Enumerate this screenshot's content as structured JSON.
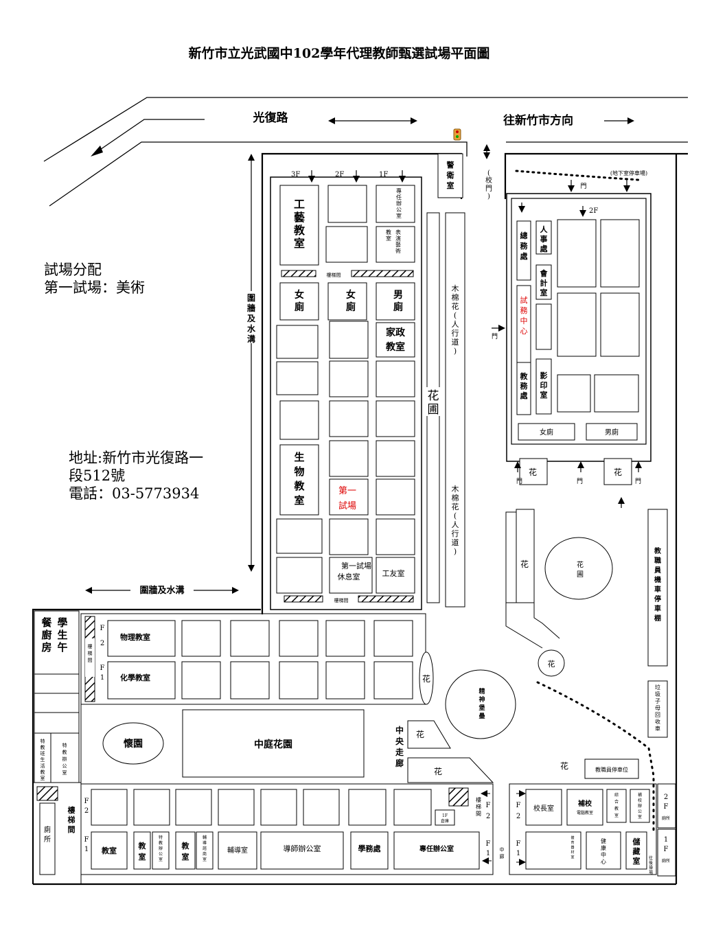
{
  "title": "新竹市立光武國中102學年代理教師甄選試場平面圖",
  "roads": {
    "main_road": "光復路",
    "direction": "往新竹市方向",
    "wall_ditch": "圍牆及水溝"
  },
  "allocation": {
    "heading": "試場分配",
    "entry": "第一試場：美術"
  },
  "address": {
    "line1": "地址:新竹市光復路一",
    "line2": "段512號",
    "phone": "電話：03-5773934"
  },
  "north_building": {
    "floors": [
      "3F",
      "2F",
      "1F"
    ],
    "workshop": "工藝教室",
    "special_office": "專任辦公室",
    "arts_room": "表演藝術教室",
    "stairs": "樓梯間",
    "women_wc": "女廁",
    "men_wc": "男廁",
    "home_ec": "家政教室",
    "biology": "生物教室",
    "exam_room": "第一試場",
    "rest_room": "第一試場休息室",
    "worker_room": "工友室",
    "flower_bed": "花圃",
    "kapok": "木棉花(人行道)"
  },
  "admin": {
    "guard": "警衛室",
    "school_gate": "(校門)",
    "basement": "(地下室停車場)",
    "gate": "門",
    "floor2": "2F",
    "general": "總務處",
    "personnel": "人事處",
    "accounting": "會計室",
    "exam_center": "試務中心",
    "academic": "教務處",
    "print_room": "影印室",
    "women_wc": "女廁",
    "men_wc": "男廁",
    "flower": "花",
    "flower_bed": "花圃"
  },
  "east": {
    "staff_parking": "教職員機車停車棚",
    "garbage": "垃圾子母回收車",
    "spirit_fort": "精神堡壘",
    "staff_car": "教職員停車位",
    "flower": "花"
  },
  "middle": {
    "kitchen": "學生午餐廚房",
    "stairs": "樓梯間",
    "f2": "F2",
    "f1": "F1",
    "physics": "物理教室",
    "chemistry": "化學教室",
    "flower": "花",
    "huai_garden": "懷園",
    "courtyard": "中庭花園",
    "corridor": "中央走廊",
    "special_life": "特教班生活教室",
    "special_office": "特教辦公室"
  },
  "south": {
    "stairs": "樓梯間",
    "wc": "廁所",
    "classroom": "教室",
    "sped_office": "特教辦公室",
    "counsel_store": "輔導諮商室",
    "counsel": "輔導室",
    "mentor": "導師辦公室",
    "student_affairs": "學務處",
    "special_office": "專任辦公室",
    "storage_1f": "1F倉庫",
    "mid_corridor": "中廊",
    "principal": "校長室",
    "computer": "補校電腦教室",
    "general_class": "綜合教室",
    "night_office": "補校辦公室",
    "pe_store": "體育器材室",
    "health": "健康中心",
    "storage": "儲藏室",
    "f2_wc": "2F廁所",
    "f1_wc": "1F廁所",
    "back_stairs": "往後操場"
  }
}
